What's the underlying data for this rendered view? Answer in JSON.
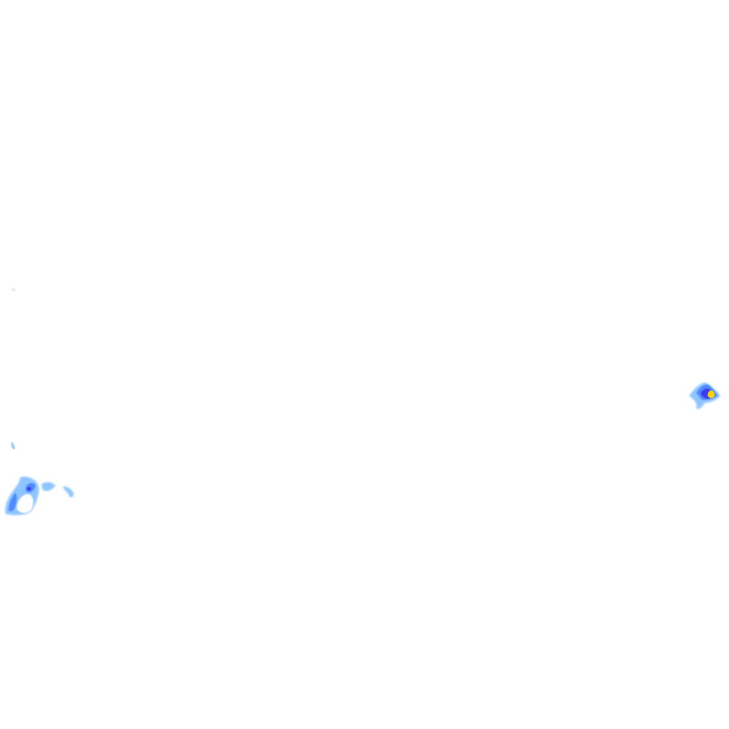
{
  "map": {
    "layer": "precipitation-radar-overlay",
    "background_color": "#ffffff",
    "intensity_colors": {
      "very_light": "#cfe6ff",
      "light": "#8ec5ff",
      "moderate": "#4f8bff",
      "heavy": "#3b3bf0",
      "very_heavy": "#ffd400"
    },
    "echoes": [
      {
        "name": "echo-speck-west-upper",
        "intensity": "very_light"
      },
      {
        "name": "echo-speck-west-mid",
        "intensity": "light"
      },
      {
        "name": "echo-cluster-southwest",
        "intensity": "moderate"
      },
      {
        "name": "echo-cell-east",
        "intensity": "heavy"
      },
      {
        "name": "echo-core-east",
        "intensity": "very_heavy"
      }
    ]
  }
}
